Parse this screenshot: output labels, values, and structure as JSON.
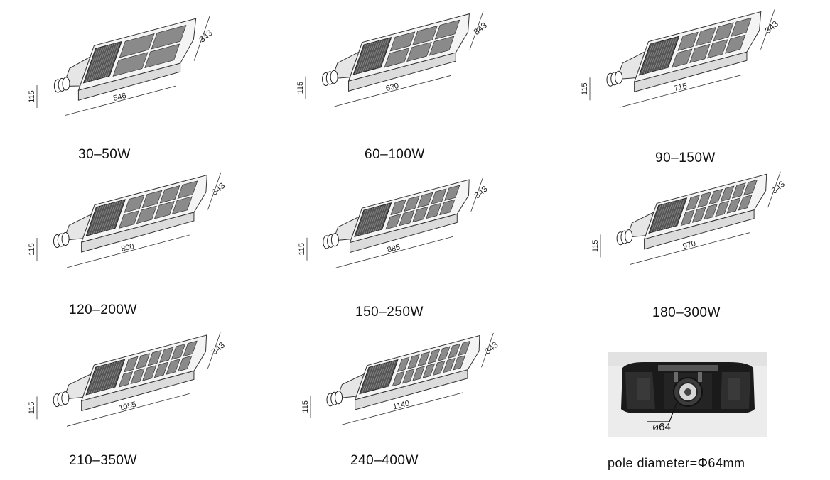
{
  "models": [
    {
      "caption": "30–50W",
      "width_dim": "343",
      "length_dim": "546",
      "height_dim": "115",
      "led_cols": 2
    },
    {
      "caption": "60–100W",
      "width_dim": "343",
      "length_dim": "630",
      "height_dim": "115",
      "led_cols": 3
    },
    {
      "caption": "90–150W",
      "width_dim": "343",
      "length_dim": "715",
      "height_dim": "115",
      "led_cols": 4
    },
    {
      "caption": "120–200W",
      "width_dim": "343",
      "length_dim": "800",
      "height_dim": "115",
      "led_cols": 4
    },
    {
      "caption": "150–250W",
      "width_dim": "343",
      "length_dim": "885",
      "height_dim": "115",
      "led_cols": 5
    },
    {
      "caption": "180–300W",
      "width_dim": "343",
      "length_dim": "970",
      "height_dim": "115",
      "led_cols": 6
    },
    {
      "caption": "210–350W",
      "width_dim": "343",
      "length_dim": "1055",
      "height_dim": "115",
      "led_cols": 6
    },
    {
      "caption": "240–400W",
      "width_dim": "343",
      "length_dim": "1140",
      "height_dim": "115",
      "led_cols": 7
    }
  ],
  "pole": {
    "dim_label": "ø64",
    "caption": "pole diameter=Φ64mm"
  }
}
